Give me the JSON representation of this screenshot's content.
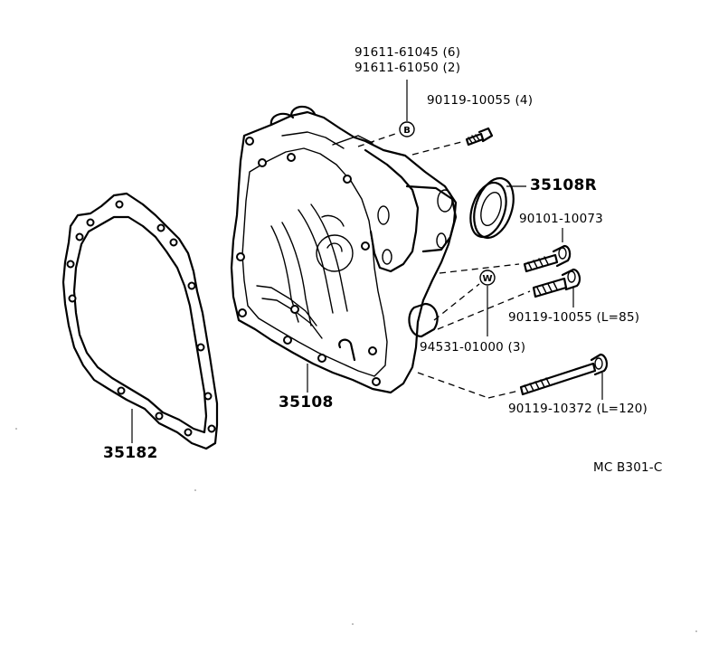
{
  "parts": {
    "gasket": "35182",
    "housing": "35108",
    "oil_seal": "35108R",
    "plug_a": "91611-61045 (6)",
    "plug_b": "91611-61050 (2)",
    "bolt_small": "90119-10055 (4)",
    "bolt_10073": "90101-10073",
    "bolt_l85": "90119-10055 (L=85)",
    "washer": "94531-01000 (3)",
    "bolt_l120": "90119-10372 (L=120)"
  },
  "badges": {
    "b": "B",
    "w": "W"
  },
  "diagram_code": "MC B301-C"
}
